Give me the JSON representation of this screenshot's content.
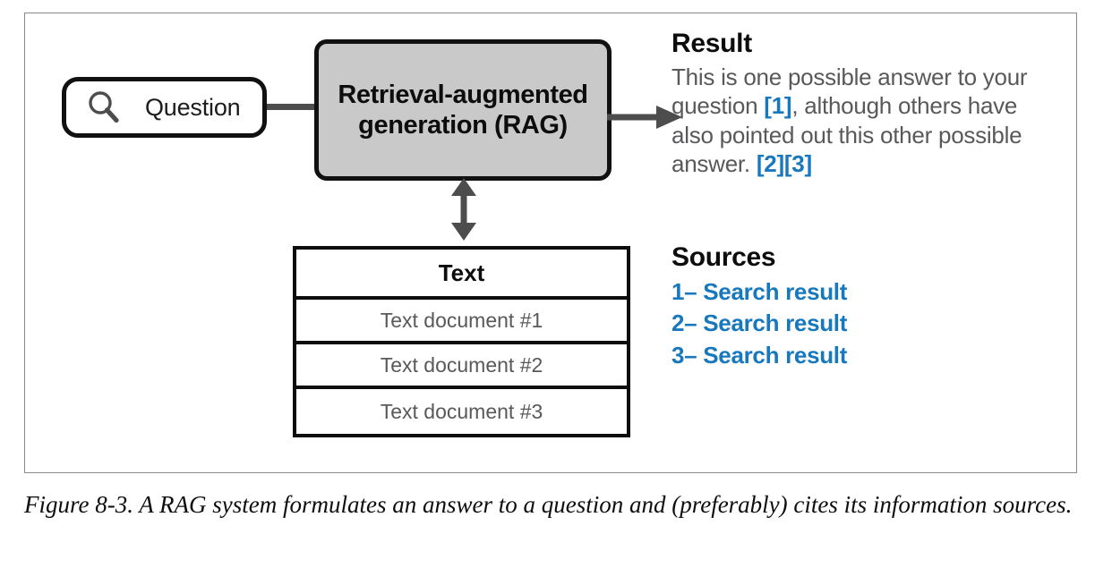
{
  "figure": {
    "caption": "Figure 8-3. A RAG system formulates an answer to a question and (preferably) cites its information sources."
  },
  "question_box": {
    "icon": "search-icon",
    "label": "Question"
  },
  "rag_box": {
    "label_line_1": "Retrieval-augmented",
    "label_line_2": "generation (RAG)",
    "fill_color": "#c9c9c9"
  },
  "connectors": {
    "question_to_rag": "line",
    "rag_to_result": "arrow-right",
    "rag_to_table": "arrow-up-down"
  },
  "documents_table": {
    "header": "Text",
    "rows": [
      "Text document #1",
      "Text document #2",
      "Text document #3"
    ]
  },
  "result_panel": {
    "heading": "Result",
    "text_part_1": "This is one possible answer to your question ",
    "citation_1": "[1]",
    "text_part_2": ", although others have also pointed out this other possible answer. ",
    "citation_2": "[2]",
    "citation_3": "[3]"
  },
  "sources_panel": {
    "heading": "Sources",
    "items": [
      "1– Search result",
      "2– Search result",
      "3– Search result"
    ]
  },
  "colors": {
    "accent_blue": "#1878be",
    "body_gray": "#59595b",
    "stroke_black": "#0d0d0d",
    "arrow_gray": "#4d4d4d",
    "rag_fill": "#c9c9c9",
    "frame_border": "#8a8a8a"
  }
}
